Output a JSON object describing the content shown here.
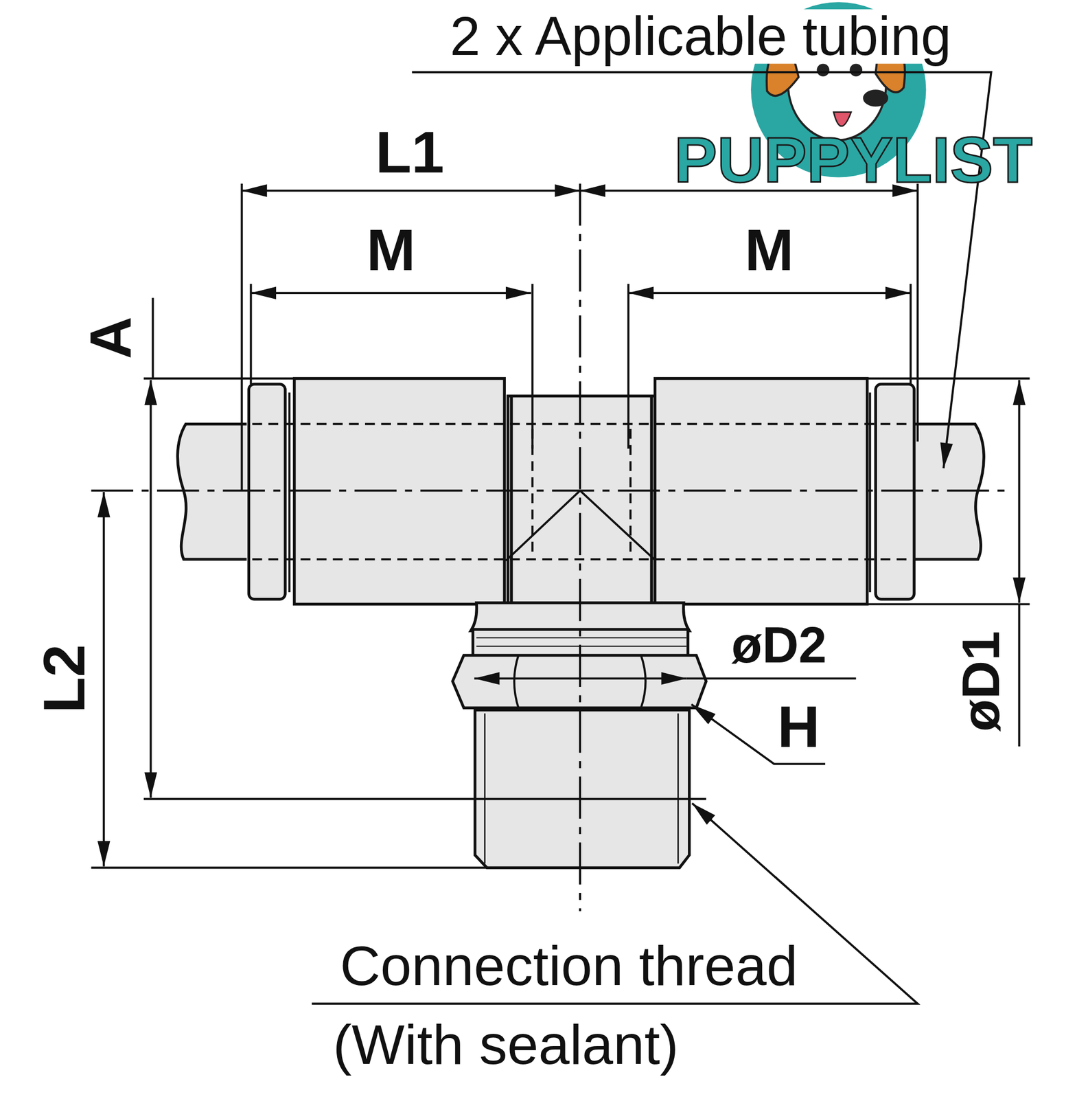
{
  "diagram": {
    "labels": [
      "2 x Applicable tubing",
      "L1",
      "M",
      "M",
      "A",
      "L2",
      "øD2",
      "H",
      "øD1",
      "Connection thread",
      "(With sealant)",
      "PUPPYLIST"
    ]
  }
}
